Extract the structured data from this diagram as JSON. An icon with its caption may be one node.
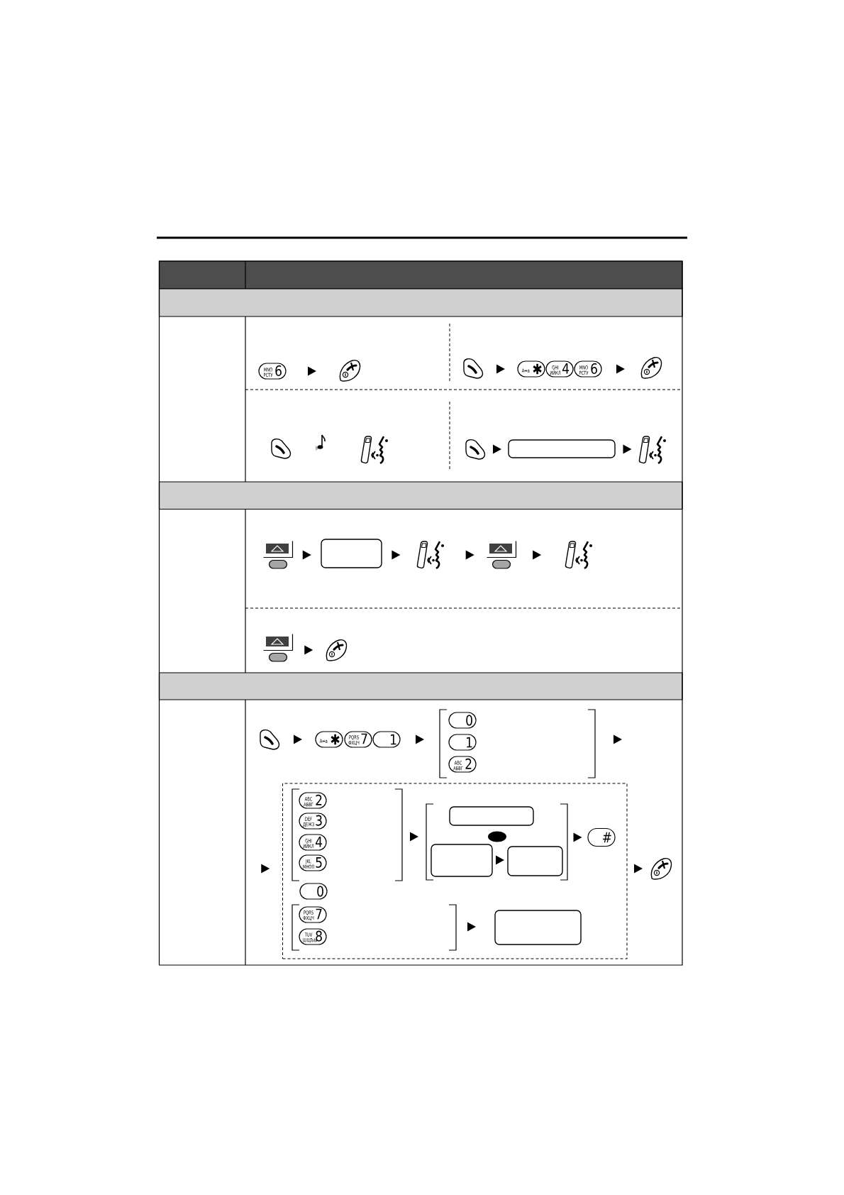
{
  "diagram": {
    "nodes": [
      {
        "text": [
          "MNO РСТУ",
          "6"
        ]
      },
      {
        "text": [],
        "shape": "picture"
      },
      {
        "text": [],
        "shape": "picture"
      },
      {
        "text": [
          "A↔a",
          "✱"
        ]
      },
      {
        "text": [
          "GHI ИЙКЛ",
          "4"
        ]
      },
      {
        "text": [
          "MNO РСТУ",
          "6"
        ]
      },
      {
        "text": [],
        "shape": "picture"
      },
      {
        "text": [],
        "shape": "picture"
      },
      {
        "text": [],
        "shape": "box"
      },
      {
        "text": [],
        "shape": "picture"
      },
      {
        "text": [],
        "shape": "picture"
      },
      {
        "text": [],
        "shape": "box"
      },
      {
        "text": [],
        "shape": "picture"
      },
      {
        "text": [],
        "shape": "picture"
      },
      {
        "text": [],
        "shape": "picture"
      },
      {
        "text": [],
        "shape": "picture"
      },
      {
        "text": [],
        "shape": "picture"
      },
      {
        "text": [],
        "shape": "picture"
      },
      {
        "text": [
          "A↔a",
          "✱"
        ]
      },
      {
        "text": [
          "PQRS ФХЦЧ",
          "7"
        ]
      },
      {
        "text": [
          "1"
        ]
      },
      {
        "text": [],
        "shape": "bracket"
      },
      {
        "text": [
          "0"
        ],
        "in": 21
      },
      {
        "text": [
          "1"
        ],
        "in": 21
      },
      {
        "text": [
          "ABC АБВГ",
          "2"
        ],
        "in": 21
      },
      {
        "text": [],
        "shape": "box"
      },
      {
        "text": [],
        "shape": "bracket",
        "in": 25
      },
      {
        "text": [
          "ABC АБВГ",
          "2"
        ],
        "in": 26
      },
      {
        "text": [
          "DEF ДЕЖЗ",
          "3"
        ],
        "in": 26
      },
      {
        "text": [
          "GHI ИЙКЛ",
          "4"
        ],
        "in": 26
      },
      {
        "text": [
          "JKL МНОП",
          "5"
        ],
        "in": 26
      },
      {
        "text": [],
        "shape": "bracket",
        "in": 25
      },
      {
        "text": [],
        "shape": "box",
        "in": 31
      },
      {
        "text": [],
        "shape": "box",
        "in": 31
      },
      {
        "text": [],
        "shape": "box",
        "in": 31
      },
      {
        "text": [
          "#"
        ],
        "in": 25
      },
      {
        "text": [
          "0"
        ],
        "in": 25
      },
      {
        "text": [],
        "shape": "bracket",
        "in": 25
      },
      {
        "text": [
          "PQRS ФХЦЧ",
          "7"
        ],
        "in": 37
      },
      {
        "text": [
          "TUV ШЩЪЫ",
          "8"
        ],
        "in": 37
      },
      {
        "text": [],
        "shape": "box",
        "in": 25
      },
      {
        "text": [],
        "shape": "picture"
      }
    ],
    "edges": [
      {
        "from": 0,
        "to": 1,
        "arrow": "to"
      },
      {
        "from": 2,
        "to": 3,
        "arrow": "to"
      },
      {
        "from": 5,
        "to": 6,
        "arrow": "to"
      },
      {
        "from": 7,
        "to": 8,
        "arrow": "to"
      },
      {
        "from": 8,
        "to": 9,
        "arrow": "to"
      },
      {
        "from": 10,
        "to": 11,
        "arrow": "to"
      },
      {
        "from": 11,
        "to": 12,
        "arrow": "to"
      },
      {
        "from": 12,
        "to": 13,
        "arrow": "to"
      },
      {
        "from": 13,
        "to": 14,
        "arrow": "to"
      },
      {
        "from": 15,
        "to": 16,
        "arrow": "to"
      },
      {
        "from": 17,
        "to": 18,
        "arrow": "to"
      },
      {
        "from": 20,
        "to": 21,
        "arrow": "to"
      },
      {
        "from": 21,
        "to": null,
        "arrow": "to"
      },
      {
        "from": null,
        "to": 25,
        "arrow": "to"
      },
      {
        "from": 26,
        "to": 31,
        "arrow": "to"
      },
      {
        "from": 33,
        "to": 34,
        "arrow": "to"
      },
      {
        "from": 31,
        "to": 35,
        "arrow": "to"
      },
      {
        "from": 37,
        "to": 40,
        "arrow": "to"
      },
      {
        "from": 25,
        "to": 41,
        "arrow": "to"
      }
    ]
  }
}
